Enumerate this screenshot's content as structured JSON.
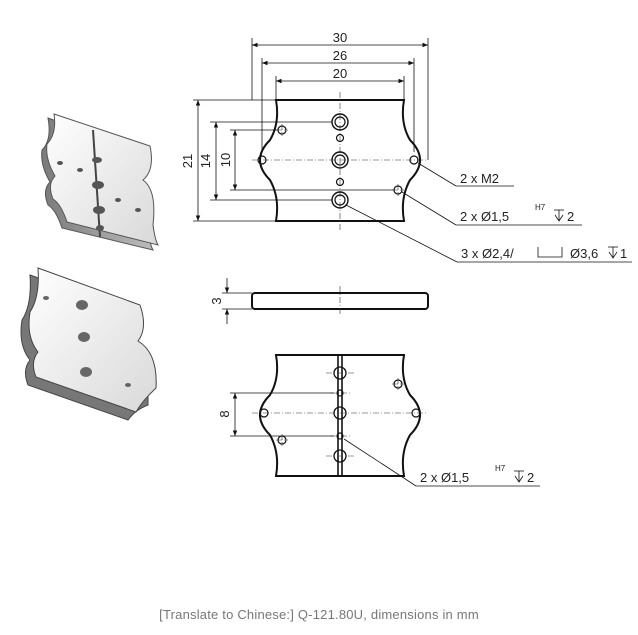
{
  "caption": "[Translate to Chinese:] Q-121.80U, dimensions in mm",
  "dimensions": {
    "width_30": "30",
    "width_26": "26",
    "width_20": "20",
    "height_21": "21",
    "height_14": "14",
    "height_10": "10",
    "thickness_3": "3",
    "spacing_8": "8"
  },
  "callouts": {
    "m2": "2 x M2",
    "pin_holes_top_prefix": "2 x Ø1,5",
    "pin_holes_top_fit": "H7",
    "pin_holes_top_depth": "2",
    "counterbore_prefix": "3 x Ø2,4/",
    "counterbore_suffix": "Ø3,6",
    "counterbore_depth": "1",
    "pin_holes_bottom_prefix": "2 x Ø1,5",
    "pin_holes_bottom_fit": "H7",
    "pin_holes_bottom_depth": "2"
  },
  "colors": {
    "line": "#111111",
    "caption": "#777777",
    "part_face": "#f2f2f2",
    "part_side": "#9a9a9a"
  }
}
